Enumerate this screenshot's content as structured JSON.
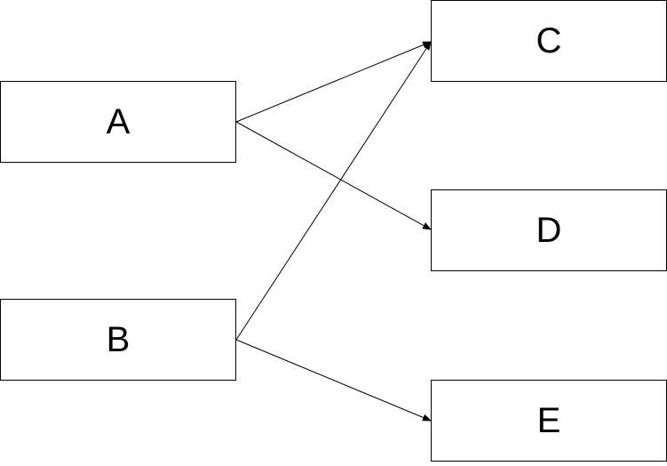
{
  "nodes": {
    "a": {
      "label": "A"
    },
    "b": {
      "label": "B"
    },
    "c": {
      "label": "C"
    },
    "d": {
      "label": "D"
    },
    "e": {
      "label": "E"
    }
  },
  "edges": [
    {
      "from": "A",
      "to": "C"
    },
    {
      "from": "A",
      "to": "D"
    },
    {
      "from": "B",
      "to": "C"
    },
    {
      "from": "B",
      "to": "E"
    }
  ],
  "colors": {
    "stroke": "#000000",
    "background": "#ffffff"
  }
}
